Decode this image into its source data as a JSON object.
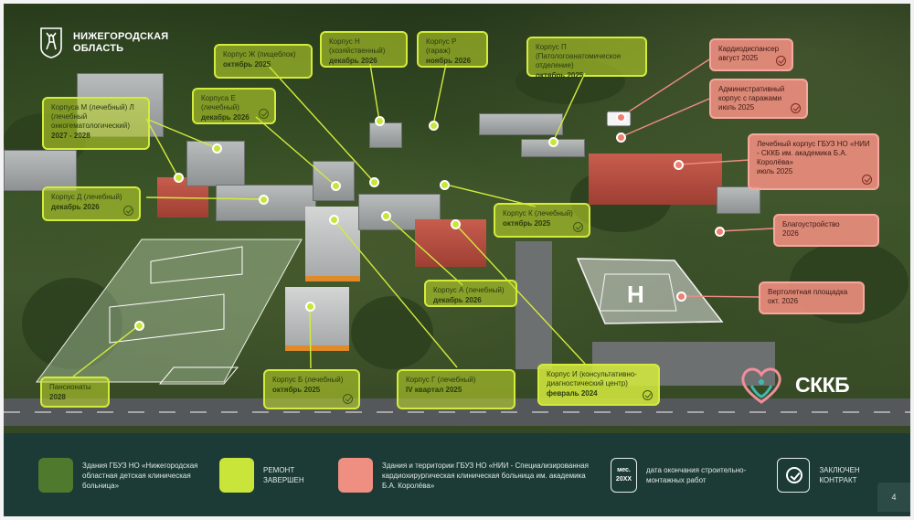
{
  "logo": {
    "line1": "НИЖЕГОРОДСКАЯ",
    "line2": "ОБЛАСТЬ"
  },
  "brand": {
    "text": "СККБ"
  },
  "labels_green": {
    "k_zh": {
      "name": "Корпус Ж (пищеблок)",
      "date": "октябрь 2025"
    },
    "k_n": {
      "name": "Корпус Н (хозяйственный)",
      "date": "декабрь 2026"
    },
    "k_r": {
      "name": "Корпус Р (гараж)",
      "date": "ноябрь 2026"
    },
    "k_p": {
      "name": "Корпус П (Патологоанатомическое отделение)",
      "date": "октябрь 2025"
    },
    "k_e": {
      "name": "Корпуса Е (лечебный)",
      "date": "декабрь 2026"
    },
    "k_m": {
      "name": "Корпуса М (лечебный) Л (лечебный онкогематологический)",
      "date": "2027 - 2028"
    },
    "k_d": {
      "name": "Корпус Д (лечебный)",
      "date": "декабрь 2026"
    },
    "k_k": {
      "name": "Корпус К (лечебный)",
      "date": "октябрь 2025"
    },
    "k_a": {
      "name": "Корпус А (лечебный)",
      "date": "декабрь 2026"
    },
    "pans": {
      "name": "Пансионаты",
      "date": "2028"
    },
    "k_b": {
      "name": "Корпус Б (лечебный)",
      "date": "октябрь 2025"
    },
    "k_g": {
      "name": "Корпус Г (лечебный)",
      "date": "IV квартал 2025"
    },
    "k_i": {
      "name": "Корпус И (консультативно-диагностический центр)",
      "date": "февраль 2024"
    }
  },
  "labels_red": {
    "cardio": {
      "name": "Кардиодиспансер",
      "date": "август 2025"
    },
    "admin": {
      "name": "Административный корпус с гаражами",
      "date": "июль 2025"
    },
    "main": {
      "name": "Лечебный корпус ГБУЗ НО «НИИ - СККБ им. академика Б.А. Королёва»",
      "date": "июль 2025"
    },
    "blago": {
      "name": "Благоустройство",
      "date": "2026"
    },
    "heli": {
      "name": "Вертолетная площадка",
      "date": "окт. 2026"
    }
  },
  "legend": {
    "item1": "Здания ГБУЗ НО «Нижегородская областная детская клиническая больница»",
    "item2": "РЕМОНТ ЗАВЕРШЕН",
    "item3": "Здания и территории ГБУЗ НО «НИИ - Специализированная кардиохирургическая клиническая больница им. академика Б.А. Королёва»",
    "date_line1": "мес.",
    "date_line2": "20ХХ",
    "item4": "дата окончания строительно-монтажных работ",
    "item5": "ЗАКЛЮЧЕН КОНТРАКТ"
  },
  "page": {
    "number": "4"
  },
  "colors": {
    "green": "#c9e53a",
    "red": "#ef7f71",
    "legend_bg": "#1c3b36",
    "dark_green": "#4f7a2e"
  }
}
